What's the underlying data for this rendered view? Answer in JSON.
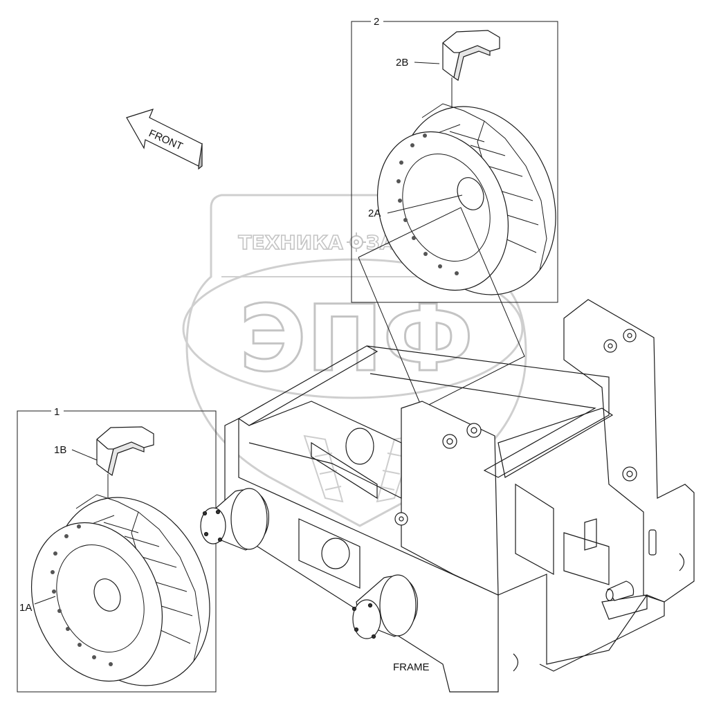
{
  "callouts": {
    "group_2": "2",
    "item_2B": "2B",
    "item_2A": "2A",
    "group_1": "1",
    "item_1B": "1B",
    "item_1A": "1A"
  },
  "front_arrow": {
    "text": "FRONT"
  },
  "frame_label": "FRAME",
  "watermark": {
    "left_word": "ТЕХНИКА",
    "right_word": "ЗАПЧАСТИ",
    "big_letters": "ЭПФ"
  },
  "colors": {
    "line": "#1a1a1a",
    "watermark": "#c9c9c9",
    "background": "#ffffff"
  }
}
